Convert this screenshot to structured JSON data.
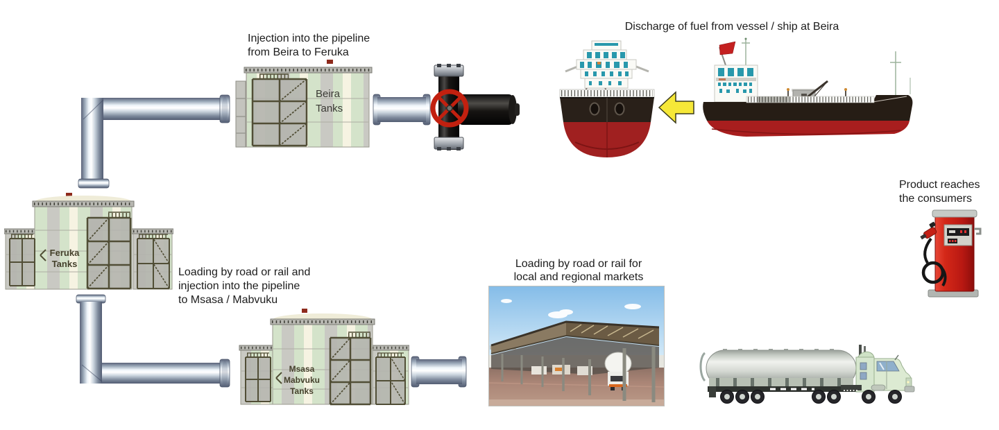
{
  "page": {
    "title": "Fuel supply chain process diagram (Beira to Zimbabwe pipeline)",
    "background": "#ffffff"
  },
  "labels": {
    "injection_line1": "Injection into the pipeline",
    "injection_line2": "from Beira to Feruka",
    "discharge": "Discharge of fuel from vessel / ship at Beira",
    "loading_pipeline_line1": "Loading by road or rail and",
    "loading_pipeline_line2": "injection into the pipeline",
    "loading_pipeline_line3": "to Msasa / Mabvuku",
    "markets_line1": "Loading by road or rail for",
    "markets_line2": "local and regional markets",
    "product_line1": "Product reaches",
    "product_line2": "the consumers"
  },
  "tanks": {
    "beira": {
      "line1": "Beira",
      "line2": "Tanks"
    },
    "feruka": {
      "line1": "Feruka",
      "line2": "Tanks"
    },
    "msasa": {
      "line1": "Msasa",
      "line2": "Mabvuku",
      "line3": "Tanks"
    }
  },
  "illustrations": [
    "beira-storage-tank",
    "pipe-segment",
    "pipeline-valve",
    "ship-front-view",
    "oil-tanker-ship-side-view",
    "left-direction-arrow",
    "feruka-storage-tanks",
    "upper-elbow-pipe",
    "lower-elbow-pipe",
    "msasa-mabvuku-storage-tanks",
    "loading-terminal-photo",
    "fuel-tanker-truck",
    "fuel-pump"
  ],
  "colors": {
    "background": "#ffffff",
    "text": "#1c1c1c",
    "tank_gray": "#c9c9c3",
    "tank_green": "#d4e3ca",
    "tank_cream": "#f6f3e2",
    "scaffold_olive": "#514e36",
    "vent_red": "#8e2a1c",
    "pipe_silver_dark": "#525c72",
    "pipe_silver_light": "#ffffff",
    "valve_wheel_red": "#c2200f",
    "valve_body_black": "#141210",
    "ship_hull_black": "#261d15",
    "ship_hull_red": "#a41f1f",
    "ship_window_teal": "#2898ac",
    "arrow_yellow": "#f6e838",
    "truck_cab_green": "#dcead2",
    "truck_tank_silver": "#d4d8d2",
    "pump_red": "#d42818"
  }
}
